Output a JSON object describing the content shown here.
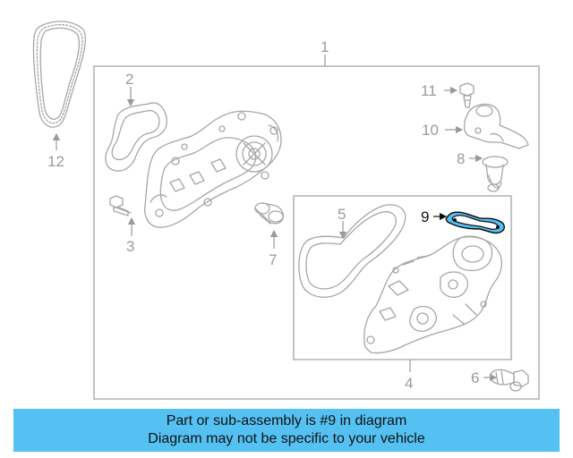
{
  "callouts": {
    "c1": "1",
    "c2": "2",
    "c3": "3",
    "c4": "4",
    "c5": "5",
    "c6": "6",
    "c7": "7",
    "c8": "8",
    "c9": "9",
    "c10": "10",
    "c11": "11",
    "c12": "12"
  },
  "highlight": {
    "part": "9",
    "color": "#55c1f3"
  },
  "banner": {
    "line1": "Part or sub-assembly is #9 in diagram",
    "line2": "Diagram may not be specific to your vehicle",
    "color": "#55c1f3"
  }
}
